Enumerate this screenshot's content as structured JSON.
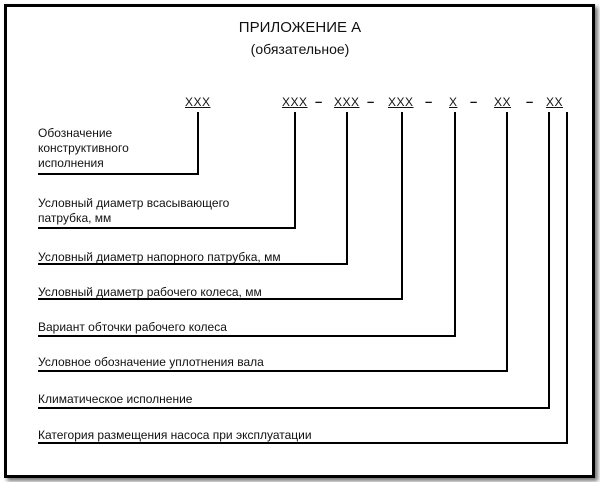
{
  "title": "ПРИЛОЖЕНИЕ А",
  "subtitle": "(обязательное)",
  "code_parts": [
    "XXX",
    "XXX",
    "XXX",
    "XXX",
    "X",
    "XX",
    "XX"
  ],
  "separator": "–",
  "labels": [
    [
      "Обозначение",
      "конструктивного",
      "исполнения"
    ],
    [
      "Условный диаметр всасывающего",
      "патрубка, мм"
    ],
    [
      "Условный диаметр напорного патрубка, мм"
    ],
    [
      "Условный диаметр рабочего колеса, мм"
    ],
    [
      "Вариант обточки рабочего колеса"
    ],
    [
      "Условное обозначение уплотнения вала"
    ],
    [
      "Климатическое исполнение"
    ],
    [
      "Категория размещения насоса при эксплуатации"
    ]
  ]
}
